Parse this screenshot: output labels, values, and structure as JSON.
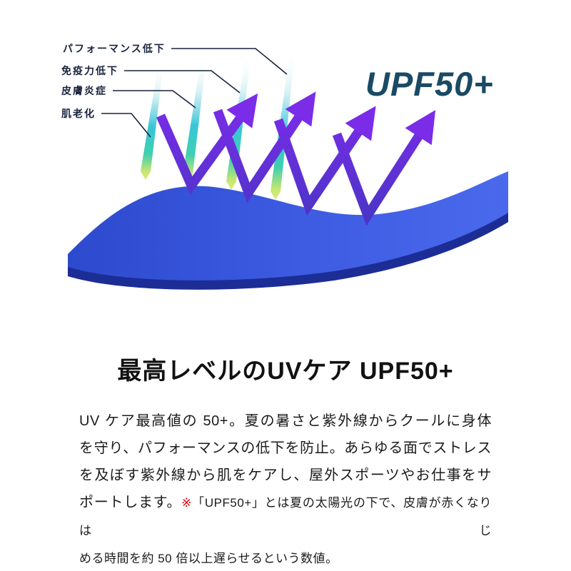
{
  "diagram": {
    "upf_label": "UPF50+",
    "labels": [
      {
        "text": "パフォーマンス低下"
      },
      {
        "text": "免疫力低下"
      },
      {
        "text": "皮膚炎症"
      },
      {
        "text": "肌老化"
      }
    ],
    "colors": {
      "fabric_blue": "#3a57dd",
      "fabric_edge_navy": "#1c2d96",
      "arrow_purple": "#6f2cdd",
      "ray_teal": "#39c6d8",
      "ray_yellow_green": "#d9ec7f",
      "upf_text_color": "#1a4a64",
      "label_color": "#18233c"
    }
  },
  "content": {
    "heading": "最高レベルのUVケア UPF50+",
    "body_lines": [
      "UV ケア最高値の 50+。夏の暑さと紫外線からクールに身体",
      "を守り、パフォーマンスの低下を防止。あらゆる面でストレス",
      "を及ぼす紫外線から肌をケアし、屋外スポーツやお仕事をサ"
    ],
    "line4_prefix": "ポートします。",
    "note_marker": "※",
    "note_text_1": "「UPF50+」とは夏の太陽光の下で、皮膚が赤くなりはじ",
    "note_text_2": "める時間を約 50 倍以上遅らせるという数値。",
    "note_color": "#e60012"
  }
}
